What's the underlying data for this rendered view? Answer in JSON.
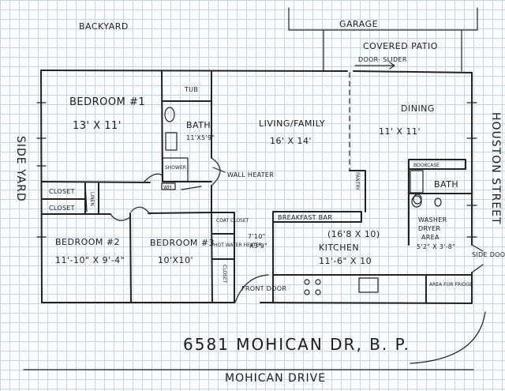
{
  "surroundings": {
    "backyard": "BACKYARD",
    "garage": "GARAGE",
    "covered_patio": "COVERED PATIO",
    "door_slider": "DOOR- SLIDER",
    "side_yard": "SIDE YARD",
    "houston_street": "HOUSTON STREET",
    "side_door": "SIDE DOOR",
    "street_name": "MOHICAN DRIVE",
    "address": "6581 MOHICAN DR, B. P."
  },
  "rooms": {
    "bedroom1": {
      "name": "BEDROOM #1",
      "size": "13' X 11'"
    },
    "bath1": {
      "name": "BATH",
      "size": "11'X5'9\"",
      "tub": "TUB",
      "shower": "SHOWER",
      "wh": "WH"
    },
    "wall_heater": "WALL HEATER",
    "living": {
      "name": "LIVING/FAMILY",
      "size": "16' X 14'"
    },
    "dining": {
      "name": "DINING",
      "size": "11' X 11'"
    },
    "closet_a": "CLOSET",
    "closet_b": "CLOSET",
    "linen": "LINEN",
    "pantry": "PANTRY",
    "bookcase": "BOOKCASE",
    "bath2": "BATH",
    "bedroom2": {
      "name": "BEDROOM #2",
      "size": "11'-10\" X 9'-4\""
    },
    "bedroom3": {
      "name": "BEDROOM #3",
      "size": "10'X10'"
    },
    "coat_closet": "COAT CLOSET",
    "hot_water_heater": "HOT WATER HEATER",
    "closet_vertical": "CLOSET",
    "hall": {
      "dim1": "7'10\"",
      "dim2": "X3'9\""
    },
    "breakfast_bar": "BREAKFAST BAR",
    "kitchen": {
      "alt_size": "(16'8 X 10)",
      "name": "KITCHEN",
      "size": "11'-6\" X 10"
    },
    "front_door": "FRONT DOOR",
    "washer_dryer": {
      "line1": "WASHER",
      "line2": "DRYER",
      "line3": "AREA",
      "size": "5'2\" X 3'-8\""
    },
    "fridge": "AREA FOR FRIDGE"
  }
}
